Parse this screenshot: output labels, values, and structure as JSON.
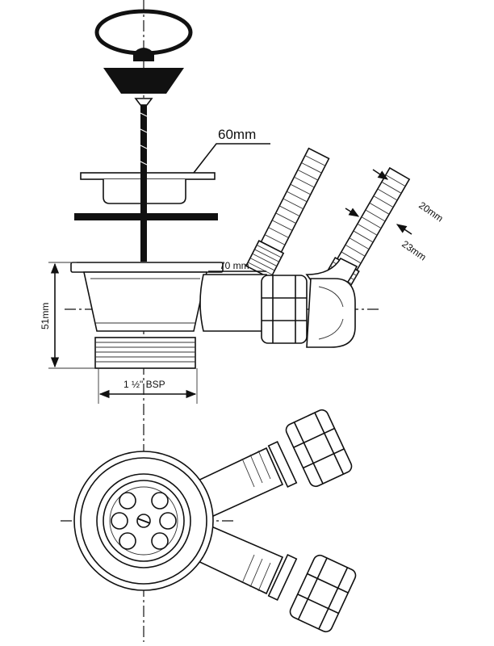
{
  "labels": {
    "strainer_diameter": "60mm",
    "hose_small": "20mm",
    "hose_large": "23mm",
    "outlet_length": "70 mm",
    "height": "51mm",
    "thread": "1 ½\" BSP"
  }
}
